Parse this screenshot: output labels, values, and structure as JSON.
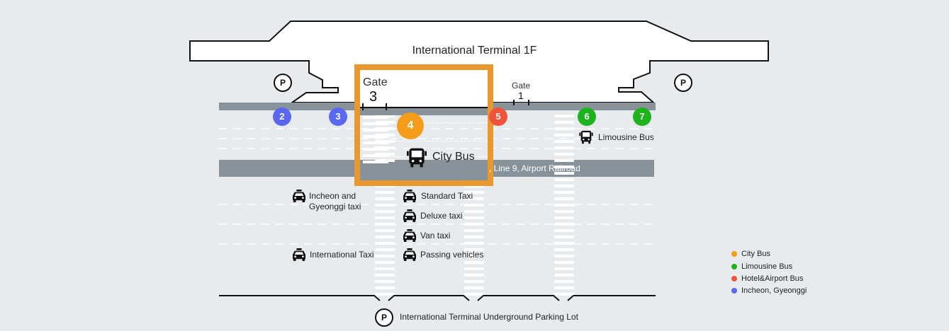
{
  "terminal": {
    "title": "International Terminal 1F"
  },
  "gates": [
    {
      "word": "Gate",
      "number": "3"
    },
    {
      "word": "Gate",
      "number": "1"
    }
  ],
  "parking": {
    "symbol": "P",
    "underground_label": "International Terminal Underground Parking Lot"
  },
  "bus_stops": [
    {
      "number": "2",
      "category": "incheon_gyeonggi"
    },
    {
      "number": "3",
      "category": "incheon_gyeonggi"
    },
    {
      "number": "4",
      "category": "city_bus"
    },
    {
      "number": "5",
      "category": "hotel_airport_bus"
    },
    {
      "number": "6",
      "category": "limousine_bus"
    },
    {
      "number": "7",
      "category": "limousine_bus"
    }
  ],
  "labels": {
    "city_bus": "City Bus",
    "limousine_bus": "Limousine Bus",
    "railroad_bar": ", Line 9, Airport Railroad"
  },
  "taxis": {
    "left": [
      {
        "line1": "Incheon and",
        "line2": "Gyeonggi taxi"
      },
      {
        "line1": "International Taxi"
      }
    ],
    "right": [
      "Standard Taxi",
      "Deluxe taxi",
      "Van taxi",
      "Passing vehicles"
    ]
  },
  "legend": [
    {
      "label": "City Bus",
      "color": "#f59c1a"
    },
    {
      "label": "Limousine Bus",
      "color": "#1db31d"
    },
    {
      "label": "Hotel&Airport Bus",
      "color": "#f0533a"
    },
    {
      "label": "Incheon, Gyeonggi",
      "color": "#5a67f0"
    }
  ],
  "colors": {
    "city_bus": "#f59c1a",
    "limousine_bus": "#1db31d",
    "hotel_airport_bus": "#f0533a",
    "incheon_gyeonggi": "#5a67f0",
    "highlight": "#e8982e",
    "road_bar": "#87929a"
  }
}
